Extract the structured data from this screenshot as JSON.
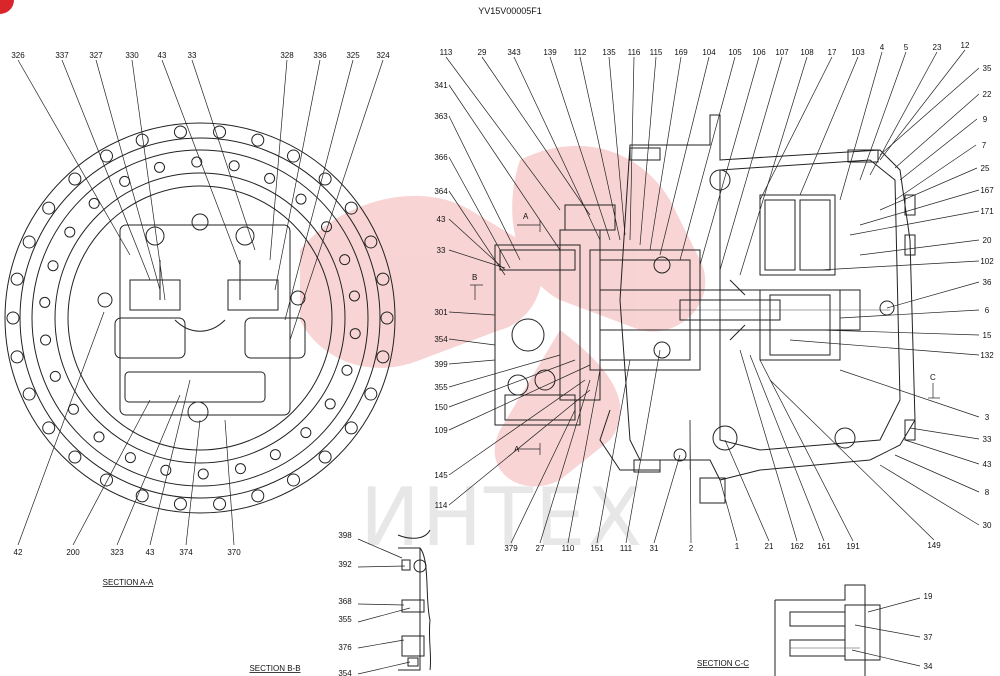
{
  "doc_code": "YV15V00005F1",
  "watermark": "ИНТЕХ",
  "corner_badge_color": "#d9262b",
  "watermark_logo_color": "#e23b3b",
  "sections": {
    "aa": "SECTION  A-A",
    "bb": "SECTION  B-B",
    "cc": "SECTION  C-C"
  },
  "markers": {
    "a": "A",
    "b": "B",
    "c": "C"
  },
  "labels_left_top": [
    "326",
    "337",
    "327",
    "330",
    "43",
    "33",
    "328",
    "336",
    "325",
    "324"
  ],
  "labels_left_bottom": [
    "42",
    "200",
    "323",
    "43",
    "374",
    "370"
  ],
  "labels_top_right": [
    "113",
    "29",
    "343",
    "139",
    "112",
    "135",
    "116",
    "115",
    "169",
    "104",
    "105",
    "106",
    "107",
    "108",
    "17",
    "103",
    "4",
    "5",
    "23",
    "12"
  ],
  "labels_left_center": [
    "341",
    "363",
    "366",
    "364",
    "43",
    "33",
    "301",
    "354",
    "399",
    "355",
    "150",
    "109",
    "145",
    "114"
  ],
  "labels_right": [
    "35",
    "22",
    "9",
    "7",
    "25",
    "167",
    "171",
    "20",
    "102",
    "36",
    "6",
    "15",
    "132",
    "3",
    "33",
    "43",
    "8",
    "30"
  ],
  "labels_bottom_center": [
    "379",
    "27",
    "110",
    "151",
    "111",
    "31",
    "2",
    "1",
    "21",
    "162",
    "161",
    "191",
    "149"
  ],
  "labels_bb": [
    "398",
    "392",
    "368",
    "355",
    "376",
    "354"
  ],
  "labels_cc": [
    "19",
    "37",
    "34"
  ]
}
